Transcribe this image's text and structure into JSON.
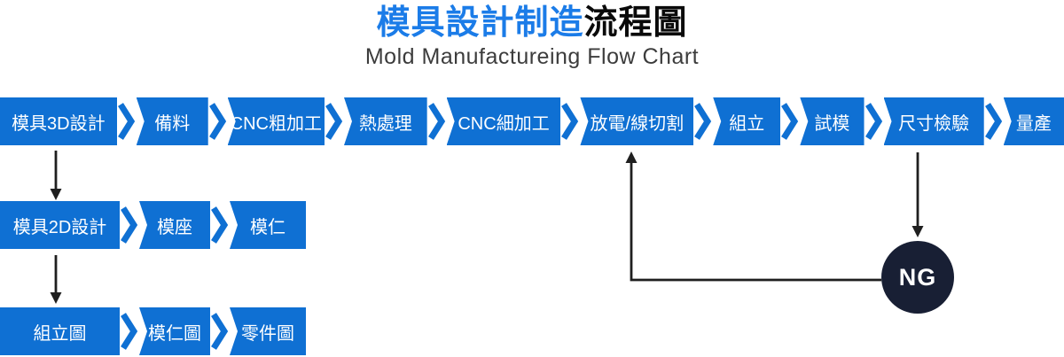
{
  "header": {
    "title_highlight": "模具設計制造",
    "title_rest": "流程圖",
    "subtitle": "Mold Manufactureing Flow Chart"
  },
  "main_flow": {
    "steps": [
      "模具3D設計",
      "備料",
      "CNC粗加工",
      "熱處理",
      "CNC細加工",
      "放電/線切割",
      "組立",
      "試模",
      "尺寸檢驗",
      "量產"
    ]
  },
  "design_flow": {
    "steps": [
      "模具2D設計",
      "模座",
      "模仁"
    ]
  },
  "drawing_flow": {
    "steps": [
      "組立圖",
      "模仁圖",
      "零件圖"
    ]
  },
  "ng_badge": {
    "label": "NG"
  },
  "colors": {
    "box_blue": "#0f70d3",
    "title_blue": "#1b7ce8",
    "title_black": "#0a0a0a",
    "subtitle_gray": "#3c3c3c",
    "ng_navy": "#181f34",
    "arrow_black": "#1f1f1f",
    "step_text_white": "#ffffff"
  }
}
